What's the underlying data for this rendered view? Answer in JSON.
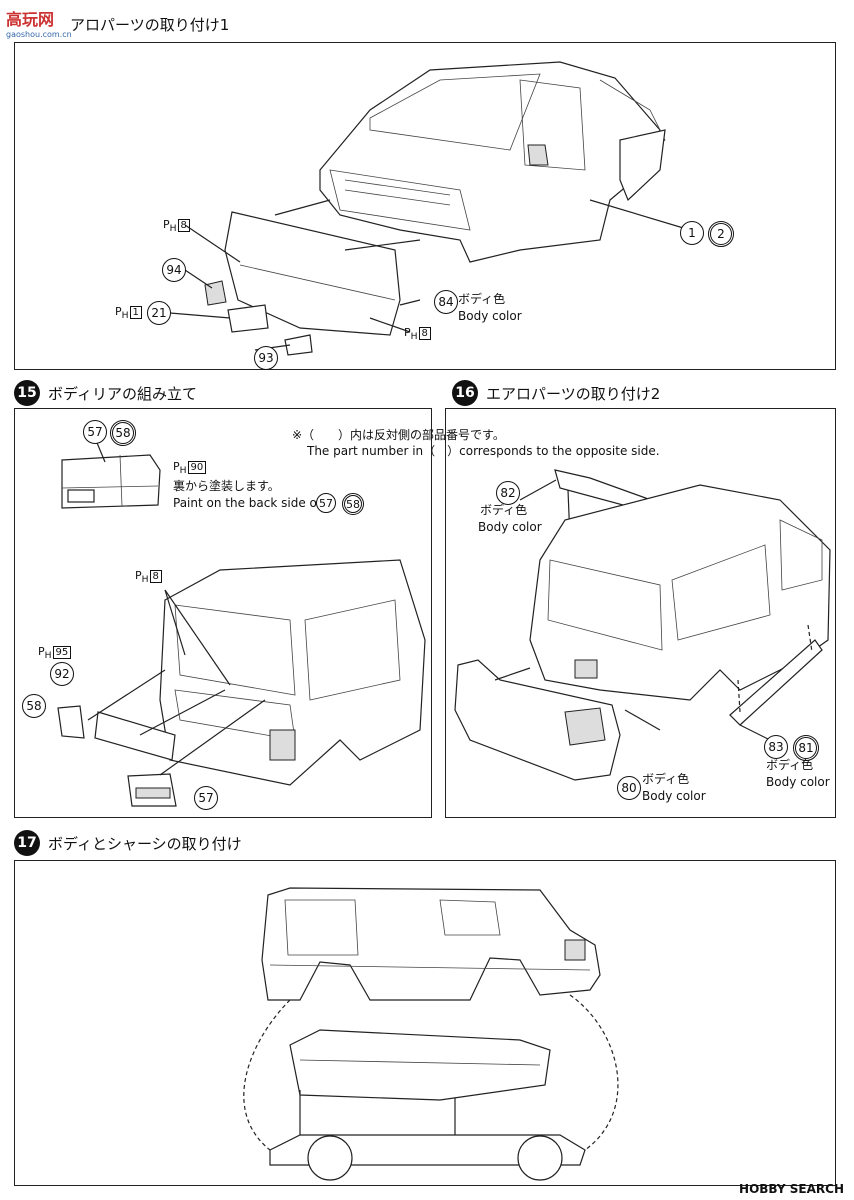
{
  "watermark": {
    "top": "高玩网",
    "sub": "gaoshou.com.cn"
  },
  "step_top": {
    "title": "アロパーツの取り付け1"
  },
  "step15": {
    "number": "15",
    "title": "ボディリアの組み立て"
  },
  "step16": {
    "number": "16",
    "title": "エアロパーツの取り付け2"
  },
  "step17": {
    "number": "17",
    "title": "ボディとシャーシの取り付け"
  },
  "note": {
    "jp": "※（　　）内は反対側の部品番号です。",
    "en": "The part number in（　）corresponds to the opposite side."
  },
  "top": {
    "ph8": "8",
    "ph1": "1",
    "ph8b": "8",
    "p94": "94",
    "p21": "21",
    "p84": "84",
    "p93": "93",
    "p1": "1",
    "p2": "2",
    "body_jp": "ボディ色",
    "body_en": "Body color"
  },
  "s15": {
    "p57": "57",
    "p58": "58",
    "ph90": "90",
    "paint_jp": "裏から塗装します。",
    "paint_en_pre": "Paint on the back side of",
    "ph8": "8",
    "ph95": "95",
    "p92": "92",
    "p58b": "58",
    "p57b": "57"
  },
  "s16": {
    "p82": "82",
    "p80": "80",
    "p83": "83",
    "p81": "81",
    "body_jp": "ボディ色",
    "body_en": "Body color"
  },
  "footer": {
    "brand": "HOBBY SEARCH"
  },
  "icons": [
    "ph-paint-mark",
    "arrow",
    "circled-number"
  ]
}
